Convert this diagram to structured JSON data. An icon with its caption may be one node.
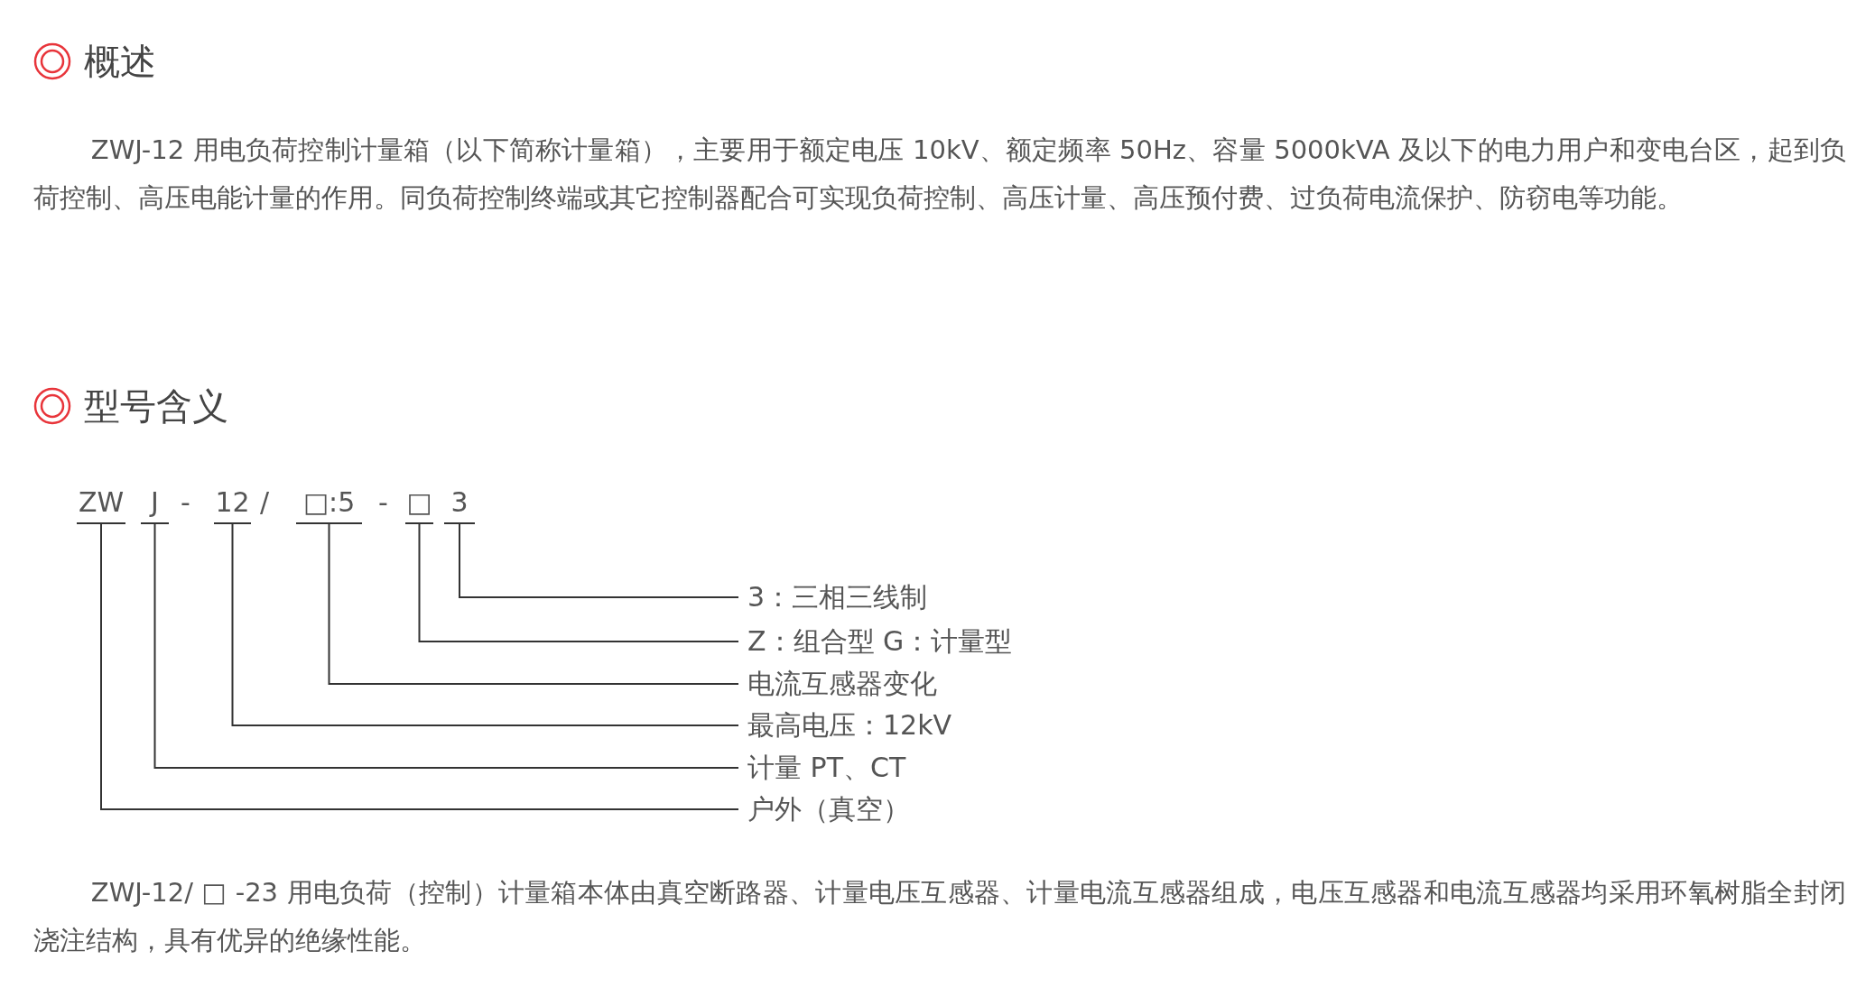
{
  "diagram": {
    "nodes": [
      {
        "text": [
          "ZW"
        ]
      },
      {
        "text": [
          "J"
        ]
      },
      {
        "text": [
          "12"
        ]
      },
      {
        "text": [
          "□:5"
        ]
      },
      {
        "text": [
          "□"
        ]
      },
      {
        "text": [
          "3"
        ]
      },
      {
        "text": [
          "3：三相三线制"
        ]
      },
      {
        "text": [
          "Z：组合型 G：计量型"
        ]
      },
      {
        "text": [
          "电流互感器变化"
        ]
      },
      {
        "text": [
          "最高电压：12kV"
        ]
      },
      {
        "text": [
          "计量 PT、CT"
        ]
      },
      {
        "text": [
          "户外（真空）"
        ]
      }
    ],
    "edges": [
      {
        "from": 5,
        "to": 6,
        "arrow": "none"
      },
      {
        "from": 4,
        "to": 7,
        "arrow": "none"
      },
      {
        "from": 3,
        "to": 8,
        "arrow": "none"
      },
      {
        "from": 2,
        "to": 9,
        "arrow": "none"
      },
      {
        "from": 1,
        "to": 10,
        "arrow": "none"
      },
      {
        "from": 0,
        "to": 11,
        "arrow": "none"
      }
    ],
    "labels": [
      "概述",
      "ZWJ-12 用电负荷控制计量箱（以下简称计量箱），主要用于额定电压 10kV、额定频率 50Hz、容量 5000kVA 及以下的电力用户和变电台区，起到负荷控制、高压电能计量的作用。同负荷控制终端或其它控制器配合可实现负荷控制、高压计量、高压预付费、过负荷电流保护、防窃电等功能。",
      "型号含义",
      "-",
      "/",
      "-",
      "ZWJ-12/ □ -23 用电负荷（控制）计量箱本体由真空断路器、计量电压互感器、计量电流互感器组成，电压互感器和电流互感器均采用环氧树脂全封闭浇注结构，具有优异的绝缘性能。"
    ]
  }
}
